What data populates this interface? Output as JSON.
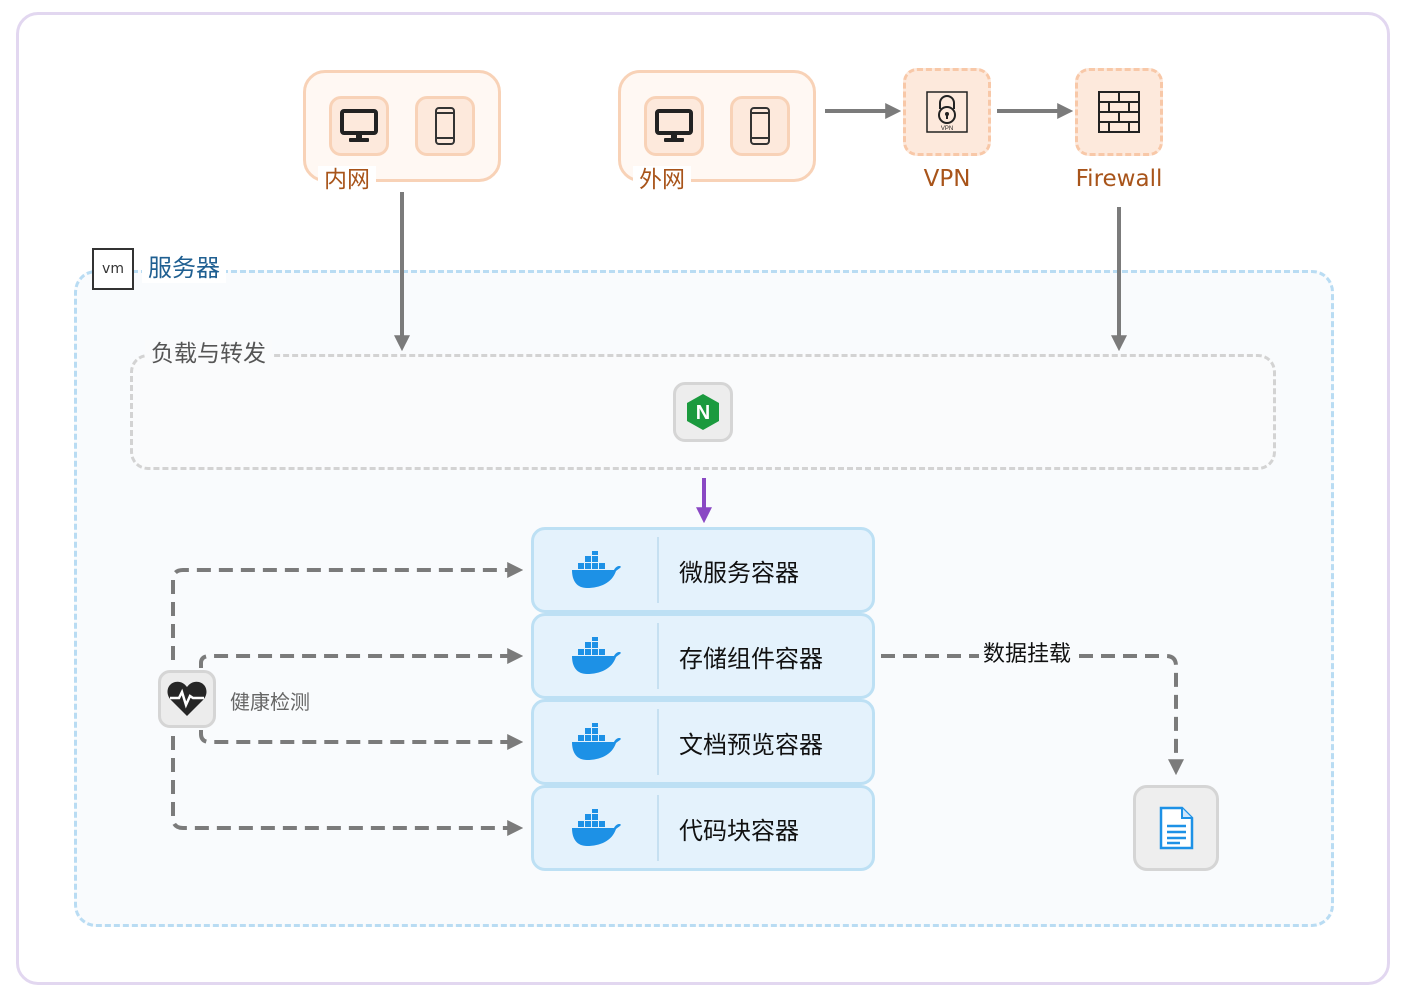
{
  "clients": {
    "intranet": {
      "label": "内网",
      "icons": [
        "desktop-icon",
        "mobile-icon"
      ]
    },
    "extranet": {
      "label": "外网",
      "icons": [
        "desktop-icon",
        "mobile-icon"
      ]
    }
  },
  "vpn": {
    "label": "VPN",
    "icon": "vpn-lock-icon",
    "icon_text": "VPN"
  },
  "firewall": {
    "label": "Firewall",
    "icon": "firewall-icon"
  },
  "server": {
    "vm_badge": "vm",
    "label": "服务器"
  },
  "load_balancer": {
    "label": "负载与转发",
    "icon": "nginx-icon",
    "icon_letter": "N"
  },
  "containers": [
    {
      "name": "微服务容器",
      "icon": "docker-icon"
    },
    {
      "name": "存储组件容器",
      "icon": "docker-icon"
    },
    {
      "name": "文档预览容器",
      "icon": "docker-icon"
    },
    {
      "name": "代码块容器",
      "icon": "docker-icon"
    }
  ],
  "health_check": {
    "label": "健康检测",
    "icon": "heartbeat-icon"
  },
  "data_mount": {
    "label": "数据挂载",
    "icon": "document-icon"
  },
  "colors": {
    "frame": "#e2d7f0",
    "client_border": "#f8d2b7",
    "client_fill": "#fde9dc",
    "orange_text": "#a8541a",
    "server_border": "#b9dcf3",
    "server_text": "#1f5f91",
    "container_fill": "#e4f2fc",
    "docker_blue": "#1d91e6",
    "nginx_green": "#1b9a3e",
    "purple_arrow": "#8a48c4",
    "arrow_gray": "#7b7b7b"
  }
}
